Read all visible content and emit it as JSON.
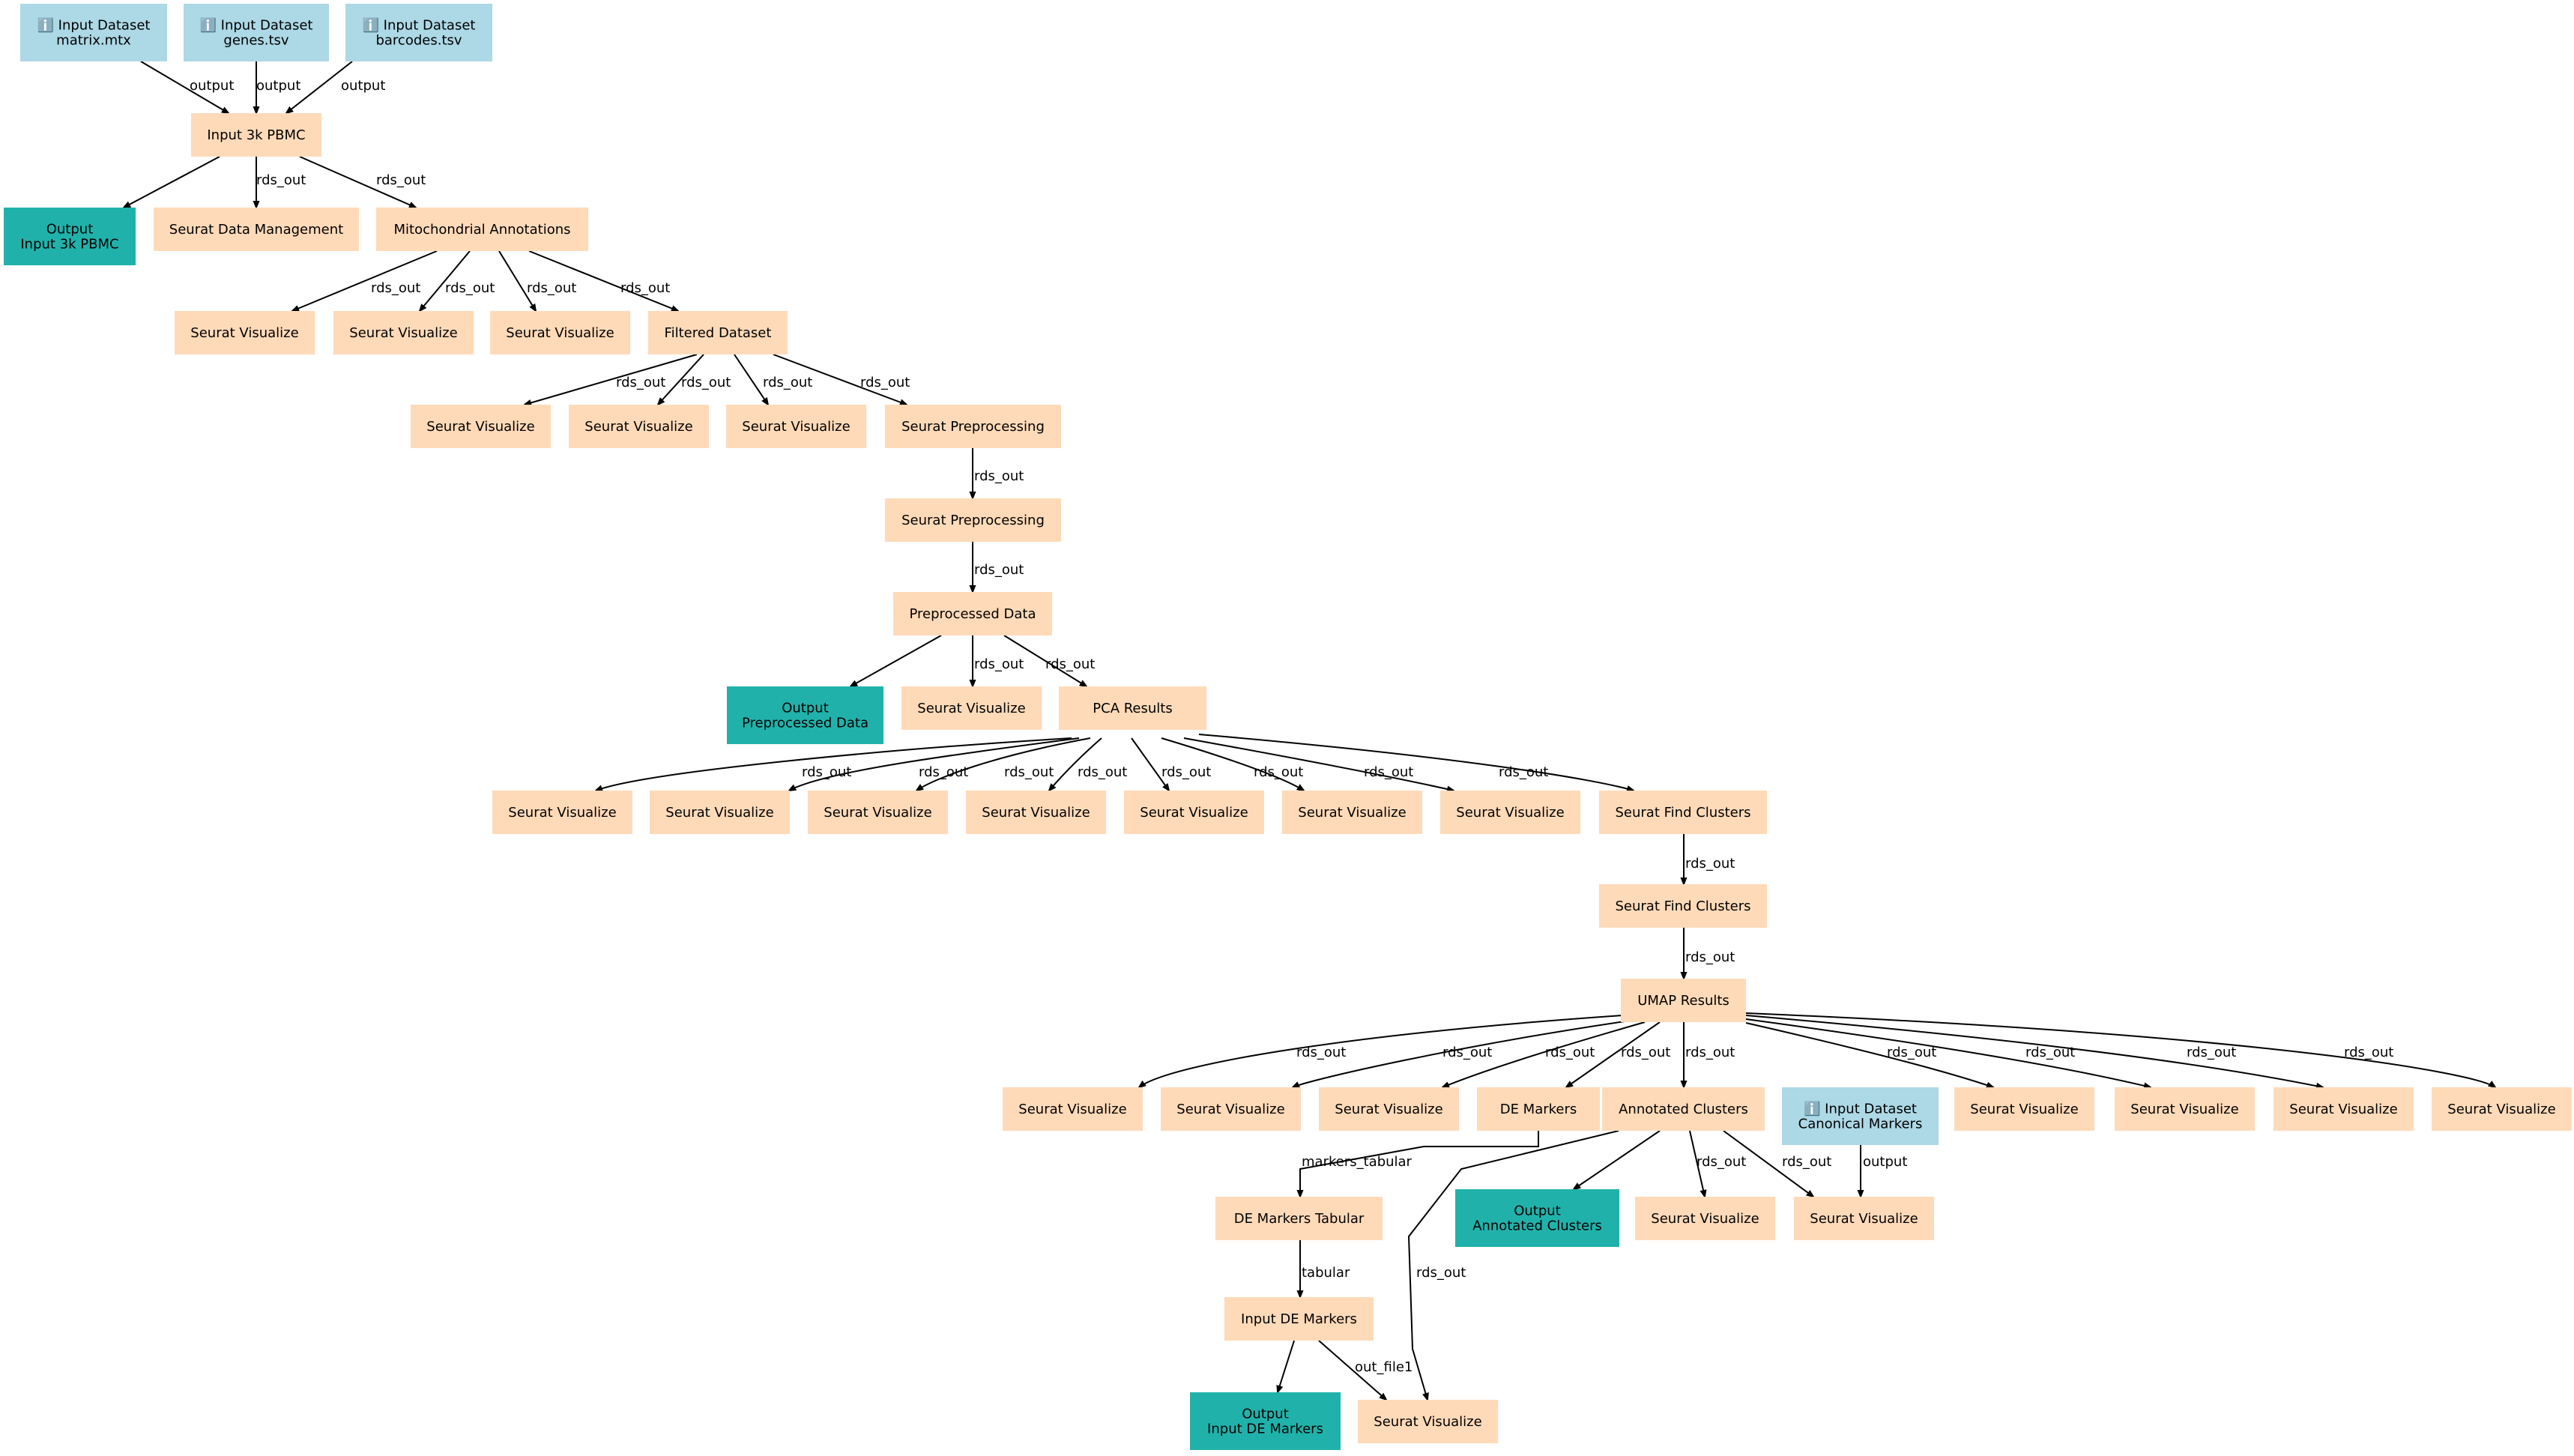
{
  "colors": {
    "input": "#add8e6",
    "tool": "#ffdab9",
    "output": "#20b2aa",
    "edge": "#000000"
  },
  "nodes": [
    {
      "id": "n0",
      "kind": "input",
      "lines": [
        "ℹ️ Input Dataset",
        "matrix.mtx"
      ]
    },
    {
      "id": "n1",
      "kind": "input",
      "lines": [
        "ℹ️ Input Dataset",
        "genes.tsv"
      ]
    },
    {
      "id": "n2",
      "kind": "input",
      "lines": [
        "ℹ️ Input Dataset",
        "barcodes.tsv"
      ]
    },
    {
      "id": "n3",
      "kind": "tool",
      "lines": [
        "Input 3k PBMC"
      ]
    },
    {
      "id": "o3",
      "kind": "output",
      "lines": [
        "Output",
        "Input 3k PBMC"
      ]
    },
    {
      "id": "n4",
      "kind": "tool",
      "lines": [
        "Seurat Data Management"
      ]
    },
    {
      "id": "n5",
      "kind": "tool",
      "lines": [
        "Mitochondrial Annotations"
      ]
    },
    {
      "id": "n6",
      "kind": "tool",
      "lines": [
        "Seurat Visualize"
      ]
    },
    {
      "id": "n7",
      "kind": "tool",
      "lines": [
        "Seurat Visualize"
      ]
    },
    {
      "id": "n8",
      "kind": "tool",
      "lines": [
        "Seurat Visualize"
      ]
    },
    {
      "id": "n9",
      "kind": "tool",
      "lines": [
        "Filtered Dataset"
      ]
    },
    {
      "id": "n10",
      "kind": "tool",
      "lines": [
        "Seurat Visualize"
      ]
    },
    {
      "id": "n11",
      "kind": "tool",
      "lines": [
        "Seurat Visualize"
      ]
    },
    {
      "id": "n12",
      "kind": "tool",
      "lines": [
        "Seurat Visualize"
      ]
    },
    {
      "id": "n13",
      "kind": "tool",
      "lines": [
        "Seurat Preprocessing"
      ]
    },
    {
      "id": "n14",
      "kind": "tool",
      "lines": [
        "Seurat Preprocessing"
      ]
    },
    {
      "id": "n15",
      "kind": "tool",
      "lines": [
        "Preprocessed Data"
      ]
    },
    {
      "id": "o15",
      "kind": "output",
      "lines": [
        "Output",
        "Preprocessed Data"
      ]
    },
    {
      "id": "n16",
      "kind": "tool",
      "lines": [
        "Seurat Visualize"
      ]
    },
    {
      "id": "n17",
      "kind": "tool",
      "lines": [
        "PCA Results"
      ]
    },
    {
      "id": "n18",
      "kind": "tool",
      "lines": [
        "Seurat Visualize"
      ]
    },
    {
      "id": "n19",
      "kind": "tool",
      "lines": [
        "Seurat Visualize"
      ]
    },
    {
      "id": "n20",
      "kind": "tool",
      "lines": [
        "Seurat Visualize"
      ]
    },
    {
      "id": "n21",
      "kind": "tool",
      "lines": [
        "Seurat Visualize"
      ]
    },
    {
      "id": "n22",
      "kind": "tool",
      "lines": [
        "Seurat Visualize"
      ]
    },
    {
      "id": "n23",
      "kind": "tool",
      "lines": [
        "Seurat Visualize"
      ]
    },
    {
      "id": "n24",
      "kind": "tool",
      "lines": [
        "Seurat Visualize"
      ]
    },
    {
      "id": "n25",
      "kind": "tool",
      "lines": [
        "Seurat Find Clusters"
      ]
    },
    {
      "id": "n26",
      "kind": "tool",
      "lines": [
        "Seurat Find Clusters"
      ]
    },
    {
      "id": "n27",
      "kind": "tool",
      "lines": [
        "UMAP Results"
      ]
    },
    {
      "id": "n28",
      "kind": "tool",
      "lines": [
        "Seurat Visualize"
      ]
    },
    {
      "id": "n29",
      "kind": "tool",
      "lines": [
        "Seurat Visualize"
      ]
    },
    {
      "id": "n30",
      "kind": "tool",
      "lines": [
        "Seurat Visualize"
      ]
    },
    {
      "id": "n31",
      "kind": "tool",
      "lines": [
        "DE Markers"
      ]
    },
    {
      "id": "n32",
      "kind": "tool",
      "lines": [
        "Annotated Clusters"
      ]
    },
    {
      "id": "n33",
      "kind": "input",
      "lines": [
        "ℹ️ Input Dataset",
        "Canonical Markers"
      ]
    },
    {
      "id": "n34",
      "kind": "tool",
      "lines": [
        "Seurat Visualize"
      ]
    },
    {
      "id": "n35",
      "kind": "tool",
      "lines": [
        "Seurat Visualize"
      ]
    },
    {
      "id": "n36",
      "kind": "tool",
      "lines": [
        "Seurat Visualize"
      ]
    },
    {
      "id": "n37",
      "kind": "tool",
      "lines": [
        "Seurat Visualize"
      ]
    },
    {
      "id": "n38",
      "kind": "tool",
      "lines": [
        "DE Markers Tabular"
      ]
    },
    {
      "id": "o32",
      "kind": "output",
      "lines": [
        "Output",
        "Annotated Clusters"
      ]
    },
    {
      "id": "n39",
      "kind": "tool",
      "lines": [
        "Seurat Visualize"
      ]
    },
    {
      "id": "n40",
      "kind": "tool",
      "lines": [
        "Seurat Visualize"
      ]
    },
    {
      "id": "n41",
      "kind": "tool",
      "lines": [
        "Input DE Markers"
      ]
    },
    {
      "id": "o41",
      "kind": "output",
      "lines": [
        "Output",
        "Input DE Markers"
      ]
    },
    {
      "id": "n42",
      "kind": "tool",
      "lines": [
        "Seurat Visualize"
      ]
    }
  ],
  "edges": [
    {
      "from": "n0",
      "to": "n3",
      "label": "output"
    },
    {
      "from": "n1",
      "to": "n3",
      "label": "output"
    },
    {
      "from": "n2",
      "to": "n3",
      "label": "output"
    },
    {
      "from": "n3",
      "to": "o3",
      "label": ""
    },
    {
      "from": "n3",
      "to": "n4",
      "label": "rds_out"
    },
    {
      "from": "n3",
      "to": "n5",
      "label": "rds_out"
    },
    {
      "from": "n5",
      "to": "n6",
      "label": "rds_out"
    },
    {
      "from": "n5",
      "to": "n7",
      "label": "rds_out"
    },
    {
      "from": "n5",
      "to": "n8",
      "label": "rds_out"
    },
    {
      "from": "n5",
      "to": "n9",
      "label": "rds_out"
    },
    {
      "from": "n9",
      "to": "n10",
      "label": "rds_out"
    },
    {
      "from": "n9",
      "to": "n11",
      "label": "rds_out"
    },
    {
      "from": "n9",
      "to": "n12",
      "label": "rds_out"
    },
    {
      "from": "n9",
      "to": "n13",
      "label": "rds_out"
    },
    {
      "from": "n13",
      "to": "n14",
      "label": "rds_out"
    },
    {
      "from": "n14",
      "to": "n15",
      "label": "rds_out"
    },
    {
      "from": "n15",
      "to": "o15",
      "label": ""
    },
    {
      "from": "n15",
      "to": "n16",
      "label": "rds_out"
    },
    {
      "from": "n15",
      "to": "n17",
      "label": "rds_out"
    },
    {
      "from": "n17",
      "to": "n18",
      "label": "rds_out"
    },
    {
      "from": "n17",
      "to": "n19",
      "label": "rds_out"
    },
    {
      "from": "n17",
      "to": "n20",
      "label": "rds_out"
    },
    {
      "from": "n17",
      "to": "n21",
      "label": "rds_out"
    },
    {
      "from": "n17",
      "to": "n22",
      "label": "rds_out"
    },
    {
      "from": "n17",
      "to": "n23",
      "label": "rds_out"
    },
    {
      "from": "n17",
      "to": "n24",
      "label": "rds_out"
    },
    {
      "from": "n17",
      "to": "n25",
      "label": "rds_out"
    },
    {
      "from": "n25",
      "to": "n26",
      "label": "rds_out"
    },
    {
      "from": "n26",
      "to": "n27",
      "label": "rds_out"
    },
    {
      "from": "n27",
      "to": "n28",
      "label": "rds_out"
    },
    {
      "from": "n27",
      "to": "n29",
      "label": "rds_out"
    },
    {
      "from": "n27",
      "to": "n30",
      "label": "rds_out"
    },
    {
      "from": "n27",
      "to": "n31",
      "label": "rds_out"
    },
    {
      "from": "n27",
      "to": "n32",
      "label": "rds_out"
    },
    {
      "from": "n27",
      "to": "n34",
      "label": "rds_out"
    },
    {
      "from": "n27",
      "to": "n35",
      "label": "rds_out"
    },
    {
      "from": "n27",
      "to": "n36",
      "label": "rds_out"
    },
    {
      "from": "n27",
      "to": "n37",
      "label": "rds_out"
    },
    {
      "from": "n31",
      "to": "n38",
      "label": "markers_tabular"
    },
    {
      "from": "n32",
      "to": "o32",
      "label": ""
    },
    {
      "from": "n32",
      "to": "n39",
      "label": "rds_out"
    },
    {
      "from": "n32",
      "to": "n40",
      "label": "rds_out"
    },
    {
      "from": "n33",
      "to": "n40",
      "label": "output"
    },
    {
      "from": "n32",
      "to": "n42",
      "label": "rds_out"
    },
    {
      "from": "n38",
      "to": "n41",
      "label": "tabular"
    },
    {
      "from": "n41",
      "to": "o41",
      "label": ""
    },
    {
      "from": "n41",
      "to": "n42",
      "label": "out_file1"
    }
  ]
}
